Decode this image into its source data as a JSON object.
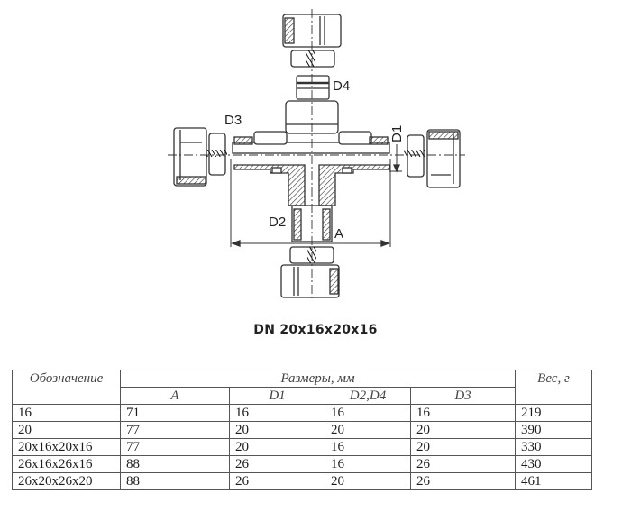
{
  "drawing": {
    "labels": {
      "d1": "D1",
      "d2": "D2",
      "d3": "D3",
      "d4": "D4",
      "a": "A"
    },
    "caption": "DN 20x16x20x16"
  },
  "table": {
    "headers": {
      "designation": "Обозначение",
      "dimensions": "Размеры, мм",
      "weight": "Вес, г",
      "sub": [
        "A",
        "D1",
        "D2,D4",
        "D3"
      ]
    },
    "rows": [
      {
        "designation": "16",
        "a": "71",
        "d1": "16",
        "d2d4": "16",
        "d3": "16",
        "weight": "219"
      },
      {
        "designation": "20",
        "a": "77",
        "d1": "20",
        "d2d4": "20",
        "d3": "20",
        "weight": "390"
      },
      {
        "designation": "20x16x20x16",
        "a": "77",
        "d1": "20",
        "d2d4": "16",
        "d3": "20",
        "weight": "330"
      },
      {
        "designation": "26x16x26x16",
        "a": "88",
        "d1": "26",
        "d2d4": "16",
        "d3": "26",
        "weight": "430"
      },
      {
        "designation": "26x20x26x20",
        "a": "88",
        "d1": "26",
        "d2d4": "20",
        "d3": "26",
        "weight": "461"
      }
    ]
  }
}
